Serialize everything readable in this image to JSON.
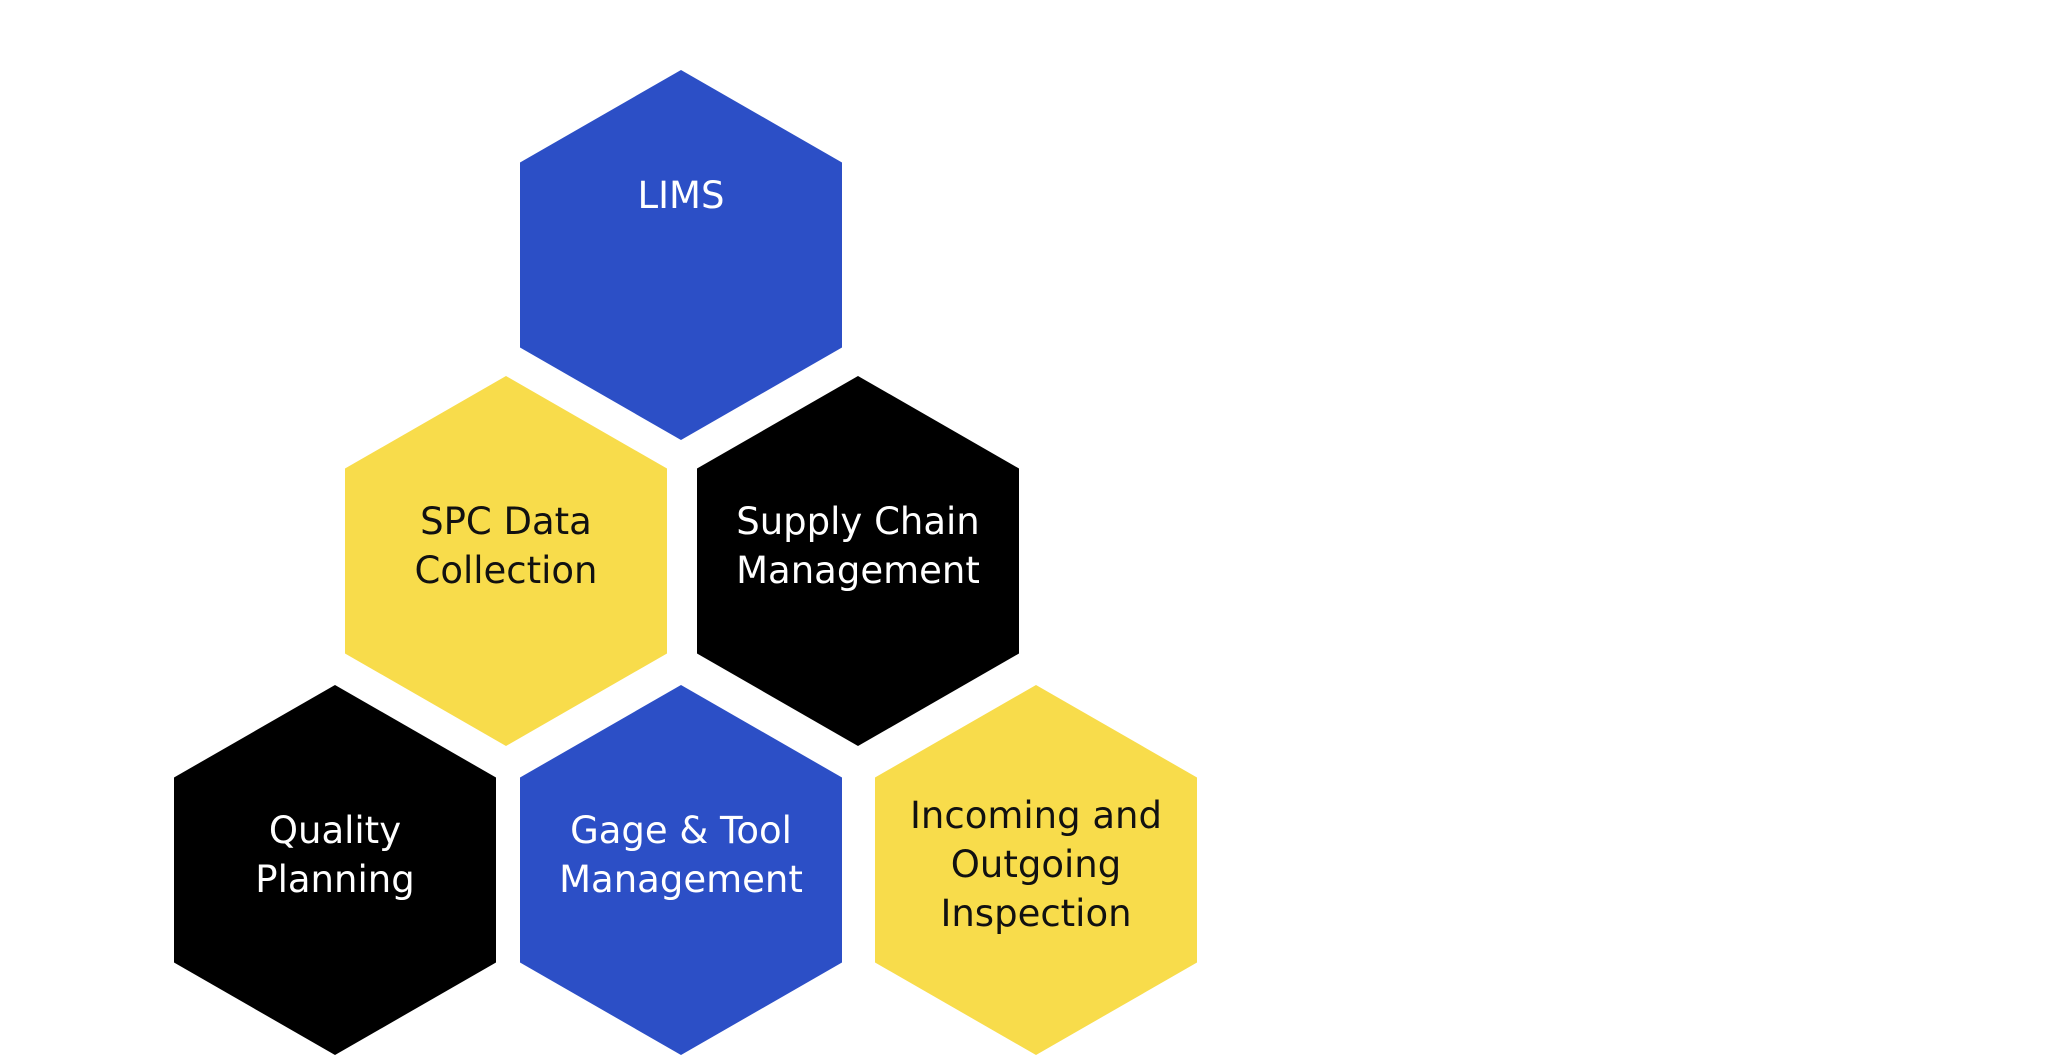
{
  "diagram": {
    "nodes": [
      {
        "id": "lims",
        "label": "LIMS",
        "color": "#2c4fc6"
      },
      {
        "id": "spc",
        "label": "SPC Data\nCollection",
        "color": "#f8dc4b"
      },
      {
        "id": "supply",
        "label": "Supply Chain\nManagement",
        "color": "#000000"
      },
      {
        "id": "quality",
        "label": "Quality\nPlanning",
        "color": "#000000"
      },
      {
        "id": "gage",
        "label": "Gage & Tool\nManagement",
        "color": "#2c4fc6"
      },
      {
        "id": "incoming",
        "label": "Incoming and\nOutgoing\nInspection",
        "color": "#f8dc4b"
      }
    ]
  }
}
